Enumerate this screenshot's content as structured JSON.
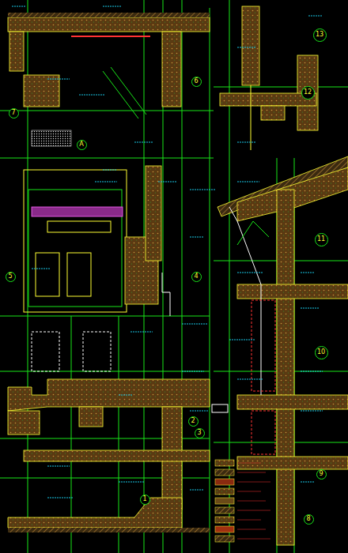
{
  "diagram": {
    "labels": [
      "7",
      "A",
      "6",
      "5",
      "4",
      "3",
      "2",
      "1",
      "13",
      "12",
      "11",
      "10",
      "9",
      "8"
    ]
  }
}
